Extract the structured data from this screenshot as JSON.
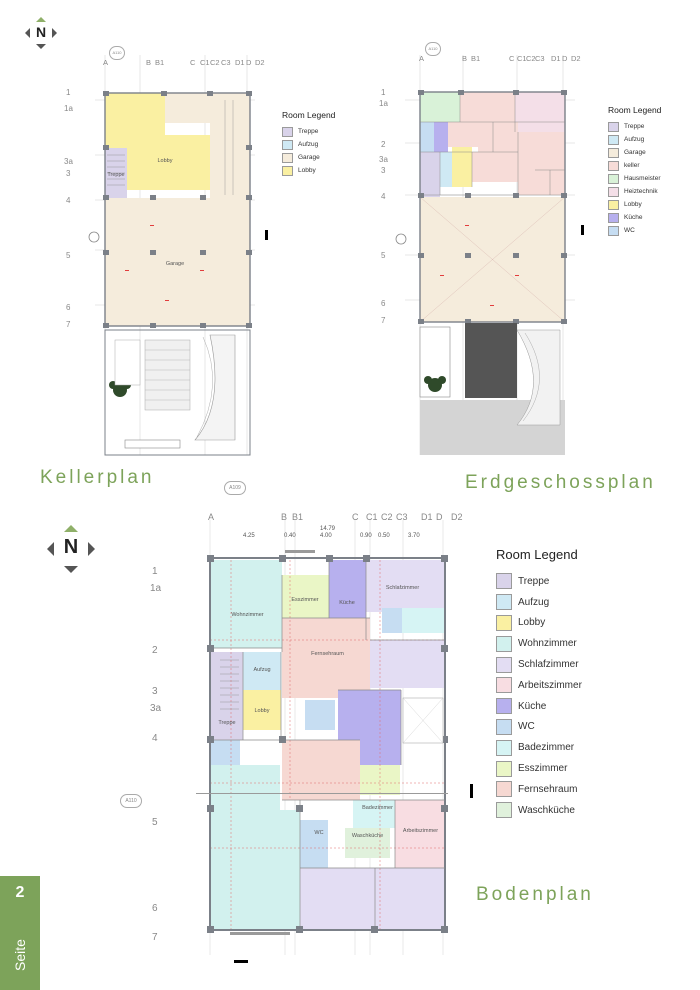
{
  "plans": {
    "keller": {
      "title": "Kellerplan",
      "legend": {
        "heading": "Room Legend",
        "items": [
          {
            "label": "Treppe",
            "color": "#d9d3ea"
          },
          {
            "label": "Aufzug",
            "color": "#cfe9f4"
          },
          {
            "label": "Garage",
            "color": "#f5ecdc"
          },
          {
            "label": "Lobby",
            "color": "#faf0a2"
          }
        ]
      },
      "axes_top": [
        "A",
        "B",
        "B1",
        "C",
        "C1",
        "C2",
        "C3",
        "D1",
        "D",
        "D2"
      ],
      "axes_side": [
        "1",
        "1a",
        "3a",
        "3",
        "4",
        "5",
        "6",
        "7"
      ],
      "section": "A110",
      "rooms": [
        "Treppe",
        "Lobby",
        "Garage"
      ]
    },
    "erdgeschoss": {
      "title": "Erdgeschossplan",
      "legend": {
        "heading": "Room Legend",
        "items": [
          {
            "label": "Treppe",
            "color": "#d9d3ea"
          },
          {
            "label": "Aufzug",
            "color": "#cfe9f4"
          },
          {
            "label": "Garage",
            "color": "#f5ecdc"
          },
          {
            "label": "keller",
            "color": "#f7dcd8"
          },
          {
            "label": "Hausmeister",
            "color": "#d9f2d8"
          },
          {
            "label": "Heiztechnik",
            "color": "#f4dfe8"
          },
          {
            "label": "Lobby",
            "color": "#faf0a2"
          },
          {
            "label": "Küche",
            "color": "#b7b0ee"
          },
          {
            "label": "WC",
            "color": "#c6ddf2"
          }
        ]
      },
      "axes_top": [
        "A",
        "B",
        "B1",
        "C",
        "C1",
        "C2",
        "C3",
        "D1",
        "D",
        "D2"
      ],
      "axes_side": [
        "1",
        "1a",
        "2",
        "3a",
        "3",
        "4",
        "5",
        "6",
        "7"
      ],
      "section": "A110"
    },
    "boden": {
      "title": "Bodenplan",
      "legend": {
        "heading": "Room Legend",
        "items": [
          {
            "label": "Treppe",
            "color": "#d9d3ea"
          },
          {
            "label": "Aufzug",
            "color": "#cfe9f4"
          },
          {
            "label": "Lobby",
            "color": "#faf0a2"
          },
          {
            "label": "Wohnzimmer",
            "color": "#d2f1ee"
          },
          {
            "label": "Schlafzimmer",
            "color": "#e3ddf3"
          },
          {
            "label": "Arbeitszimmer",
            "color": "#f8dde2"
          },
          {
            "label": "Küche",
            "color": "#b7b0ee"
          },
          {
            "label": "WC",
            "color": "#c6ddf2"
          },
          {
            "label": "Badezimmer",
            "color": "#d6f4f4"
          },
          {
            "label": "Esszimmer",
            "color": "#eaf6c6"
          },
          {
            "label": "Fernsehraum",
            "color": "#f6d8d2"
          },
          {
            "label": "Waschküche",
            "color": "#e0f1dc"
          }
        ]
      },
      "axes_top": [
        "A",
        "B",
        "B1",
        "C",
        "C1",
        "C2",
        "C3",
        "D1",
        "D",
        "D2"
      ],
      "axes_side": [
        "1",
        "1a",
        "2",
        "3",
        "3a",
        "4",
        "5",
        "6",
        "7"
      ],
      "section_top": "A109",
      "section_left": "A110",
      "dims_top": [
        "4.25",
        "0.40",
        "4.00",
        "0.90",
        "0.50",
        "3.70",
        "14.79"
      ],
      "rooms": [
        "Wohnzimmer",
        "Esszimmer",
        "Küche",
        "Schlafzimmer",
        "Fernsehraum",
        "Aufzug",
        "Treppe",
        "Lobby",
        "WC",
        "Badezimmer",
        "Waschküche",
        "Arbeitszimmer"
      ]
    }
  },
  "compass_letter": "N",
  "footer": {
    "page_number": "2",
    "page_word": "Seite"
  },
  "colors": {
    "accent": "#7da35a",
    "wall": "#7b8088",
    "grid": "#bfbfbf"
  }
}
